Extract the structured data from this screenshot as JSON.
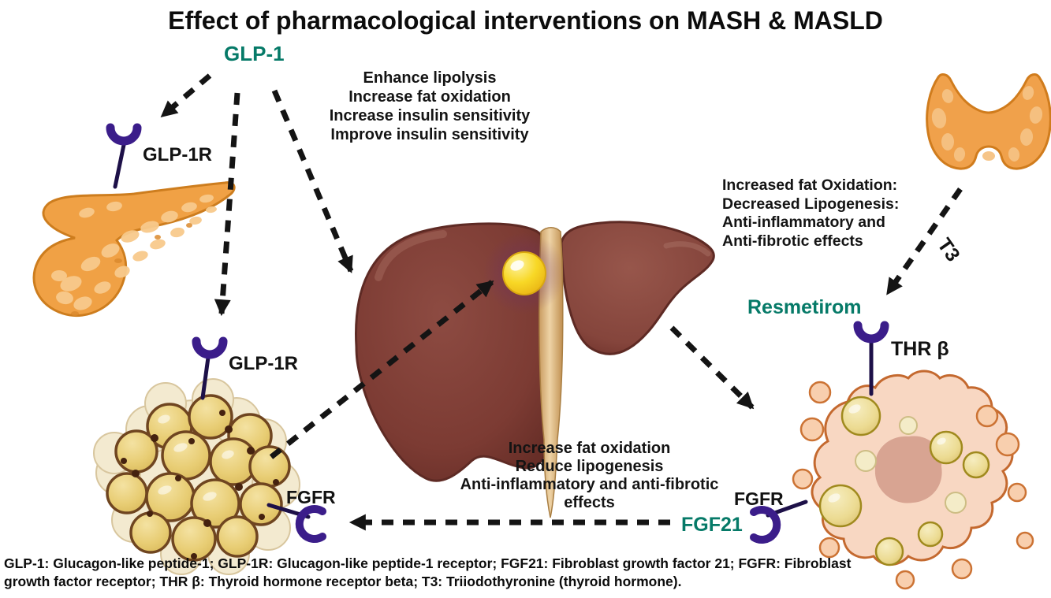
{
  "title": "Effect of pharmacological interventions on MASH & MASLD",
  "colors": {
    "teal": "#067a68",
    "purple": "#3b1d8a",
    "arrow": "#141414",
    "liver": "#7c3b33",
    "pancreas": "#f0a145",
    "thyroid": "#f0a14b",
    "fat_cell": "#e8cd74",
    "injured_cell": "#f8d7c2",
    "lipid_droplet": "#f8d826"
  },
  "labels": {
    "glp1": "GLP-1",
    "glp1r_pancreas": "GLP-1R",
    "glp1r_adipose": "GLP-1R",
    "fgfr_left": "FGFR",
    "fgfr_right": "FGFR",
    "fgf21": "FGF21",
    "resmetirom": "Resmetirom",
    "thr_beta": "THR β",
    "t3": "T3"
  },
  "text_blocks": {
    "glp1_effects": {
      "lines": [
        "Enhance lipolysis",
        "Increase fat oxidation",
        "Increase insulin sensitivity",
        "Improve insulin sensitivity"
      ]
    },
    "thyroid_effects": {
      "lines": [
        "Increased fat Oxidation:",
        "Decreased Lipogenesis:",
        "Anti-inflammatory and",
        "Anti-fibrotic effects"
      ]
    },
    "fgf21_effects": {
      "lines": [
        "Increase fat oxidation",
        "Reduce lipogenesis",
        "Anti-inflammatory and anti-fibrotic",
        "effects"
      ]
    }
  },
  "footer": {
    "line1": "GLP-1: Glucagon-like peptide-1; GLP-1R: Glucagon-like peptide-1 receptor; FGF21: Fibroblast growth factor 21; FGFR: Fibroblast",
    "line2": "growth factor receptor; THR β: Thyroid hormone receptor beta; T3: Triiodothyronine (thyroid hormone)."
  }
}
